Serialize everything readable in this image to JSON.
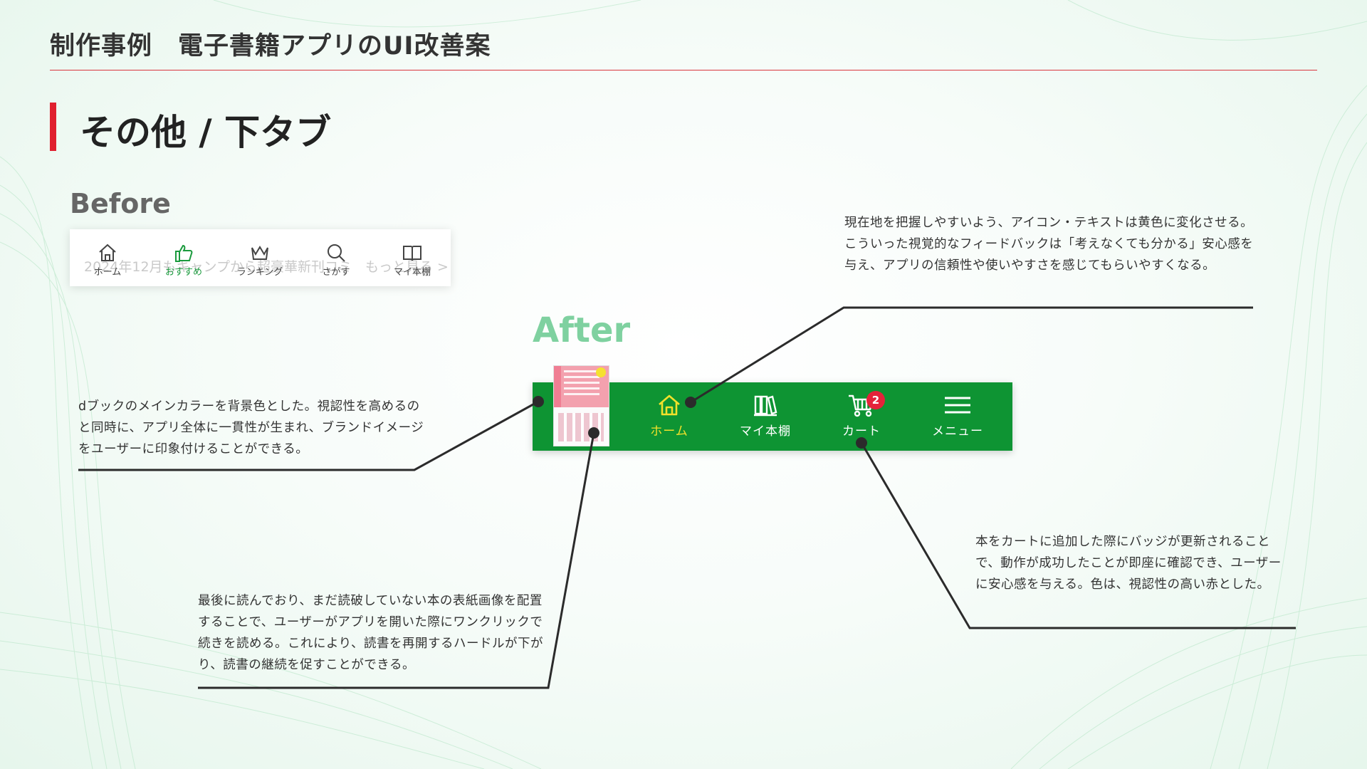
{
  "header": {
    "title": "制作事例　電子書籍アプリのUI改善案"
  },
  "section": {
    "title": "その他 / 下タブ"
  },
  "before": {
    "label": "Before",
    "ghost_text": "2024年12月もキャンプから超豪華新刊コミ　もっと見る >",
    "tabs": [
      {
        "label": "ホーム",
        "icon": "home-icon"
      },
      {
        "label": "おすすめ",
        "icon": "thumbs-up-icon",
        "active": true
      },
      {
        "label": "ランキング",
        "icon": "crown-icon"
      },
      {
        "label": "さがす",
        "icon": "search-icon"
      },
      {
        "label": "マイ本棚",
        "icon": "open-book-icon"
      }
    ]
  },
  "after": {
    "label": "After",
    "tabs": [
      {
        "label": "ホーム",
        "icon": "home-icon",
        "active": true
      },
      {
        "label": "マイ本棚",
        "icon": "bookshelf-icon"
      },
      {
        "label": "カート",
        "icon": "cart-icon",
        "badge": "2"
      },
      {
        "label": "メニュー",
        "icon": "hamburger-menu-icon"
      }
    ],
    "colors": {
      "bar": "#0e9433",
      "active": "#f3e12b",
      "badge": "#e4223a"
    }
  },
  "notes": {
    "yellow": "現在地を把握しやすいよう、アイコン・テキストは黄色に変化させる。こういった視覚的なフィードバックは「考えなくても分かる」安心感を与え、アプリの信頼性や使いやすさを感じてもらいやすくなる。",
    "background": "dブックのメインカラーを背景色とした。視認性を高めるのと同時に、アプリ全体に一貫性が生まれ、ブランドイメージをユーザーに印象付けることができる。",
    "badge": "本をカートに追加した際にバッジが更新されることで、動作が成功したことが即座に確認でき、ユーザーに安心感を与える。色は、視認性の高い赤とした。",
    "cover": "最後に読んでおり、まだ読破していない本の表紙画像を配置することで、ユーザーがアプリを開いた際にワンクリックで続きを読める。これにより、読書を再開するハードルが下がり、読書の継続を促すことができる。"
  },
  "accent_color": "#e0202f"
}
